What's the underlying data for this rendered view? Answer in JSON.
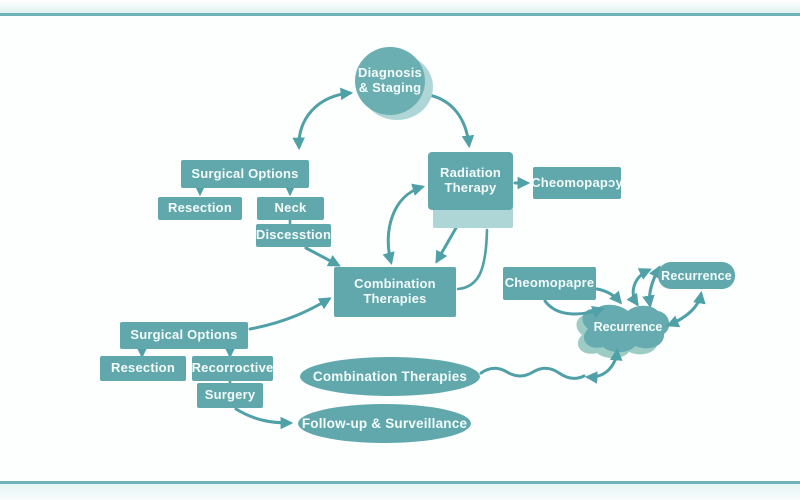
{
  "title": "Cancer treatment pathway flowchart",
  "palette": {
    "teal": "#60a8ac",
    "teal_light": "#aed6d6",
    "arrow": "#4fa0a7",
    "text_on_teal": "#f4fbfb",
    "frame": "#6fb3b6",
    "canvas": "#fdfefe"
  },
  "nodes": {
    "diagnosis_staging": {
      "label": "Diagnosis & Staging",
      "shape": "circle"
    },
    "surgical_options_top": {
      "label": "Surgical Options",
      "shape": "box"
    },
    "resection_top": {
      "label": "Resection",
      "shape": "box"
    },
    "neck": {
      "label": "Neck",
      "shape": "box"
    },
    "discesstion": {
      "label": "Discesstion",
      "shape": "box"
    },
    "radiation_therapy": {
      "label": "Radiation Therapy",
      "shape": "box"
    },
    "chemotherapy_top": {
      "label": "Cheomopapɔy",
      "shape": "box"
    },
    "combination_therapies_box": {
      "label": "Combination Therapies",
      "shape": "box"
    },
    "chemotherapy_mid": {
      "label": "Cheomopapre",
      "shape": "box"
    },
    "recurrence_pill": {
      "label": "Recurrence",
      "shape": "pill"
    },
    "recurrence_blob": {
      "label": "Recurrence",
      "shape": "blob"
    },
    "surgical_options_bottom": {
      "label": "Surgical Options",
      "shape": "box"
    },
    "resection_bottom": {
      "label": "Resection",
      "shape": "box"
    },
    "recorroctive": {
      "label": "Recorroctive",
      "shape": "box"
    },
    "surgery": {
      "label": "Surgery",
      "shape": "box"
    },
    "combination_therapies_oval": {
      "label": "Combination Therapies",
      "shape": "oval"
    },
    "followup_surveillance_oval": {
      "label": "Follow-up & Surveillance",
      "shape": "oval"
    }
  },
  "edges": [
    {
      "from": "surgical_options_top",
      "to": "diagnosis_staging",
      "style": "curved",
      "bidirectional": true
    },
    {
      "from": "diagnosis_staging",
      "to": "radiation_therapy",
      "style": "curved"
    },
    {
      "from": "radiation_therapy",
      "to": "chemotherapy_top",
      "style": "straight"
    },
    {
      "from": "surgical_options_top",
      "to": "resection_top",
      "style": "straight"
    },
    {
      "from": "surgical_options_top",
      "to": "neck",
      "style": "straight"
    },
    {
      "from": "neck",
      "to": "discesstion",
      "style": "line"
    },
    {
      "from": "discesstion",
      "to": "combination_therapies_box",
      "style": "straight"
    },
    {
      "from": "radiation_therapy",
      "to": "combination_therapies_box",
      "style": "curved",
      "bidirectional": true
    },
    {
      "from": "radiation_therapy",
      "to": "combination_therapies_box",
      "style": "straight"
    },
    {
      "from": "combination_therapies_box",
      "to": "radiation_therapy",
      "style": "curved-line"
    },
    {
      "from": "surgical_options_bottom",
      "to": "combination_therapies_box",
      "style": "curved"
    },
    {
      "from": "surgical_options_bottom",
      "to": "resection_bottom",
      "style": "straight"
    },
    {
      "from": "surgical_options_bottom",
      "to": "recorroctive",
      "style": "straight"
    },
    {
      "from": "recorroctive",
      "to": "surgery",
      "style": "line"
    },
    {
      "from": "surgery",
      "to": "followup_surveillance_oval",
      "style": "curved"
    },
    {
      "from": "combination_therapies_oval",
      "to": "recurrence_blob",
      "style": "wavy"
    },
    {
      "from": "chemotherapy_mid",
      "to": "recurrence_blob",
      "style": "curved"
    },
    {
      "from": "chemotherapy_mid",
      "to": "recurrence_blob",
      "style": "curved"
    },
    {
      "from": "recurrence_blob",
      "to": "recurrence_pill",
      "style": "curved",
      "bidirectional": true
    },
    {
      "from": "recurrence_blob",
      "to": "recurrence_pill",
      "style": "curved",
      "bidirectional": true
    },
    {
      "from": "recurrence_blob",
      "to": "recurrence_pill",
      "style": "curved",
      "bidirectional": true
    }
  ]
}
